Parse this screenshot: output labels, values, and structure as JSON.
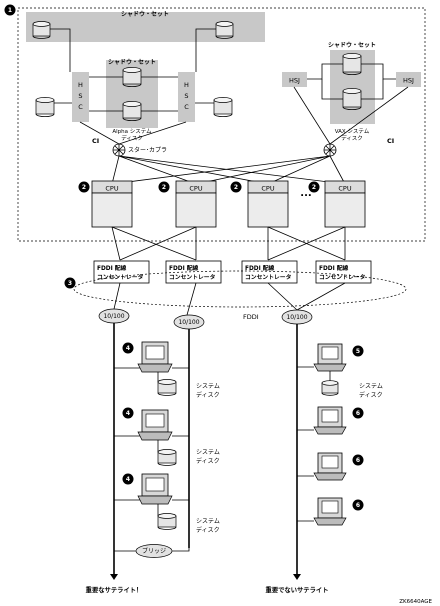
{
  "labels": {
    "shadow_set_top": "シャドウ・セット",
    "shadow_set_alpha": "シャドウ・セット",
    "shadow_set_vax": "シャドウ・セット",
    "hsc": "H S C",
    "hsj": "HSJ",
    "alpha_system_disk": "Alpha システム\nディスク",
    "vax_system_disk": "VAX システム\nディスク",
    "ci": "CI",
    "star_coupler": "スター･カプラ",
    "cpu": "CPU",
    "ellipsis": "...",
    "fddi_concentrator": "FDDI 配線\nコンセントレータ",
    "hub": "10/100",
    "fddi": "FDDI",
    "system_disk": "システム\nディスク",
    "bridge": "ブリッジ",
    "important_satellite": "重要なサテライト！",
    "non_important_satellite": "重要でないサテライト",
    "figure_id": "ZK6640AGE"
  },
  "callouts": [
    "1",
    "2",
    "3",
    "4",
    "5",
    "6"
  ]
}
